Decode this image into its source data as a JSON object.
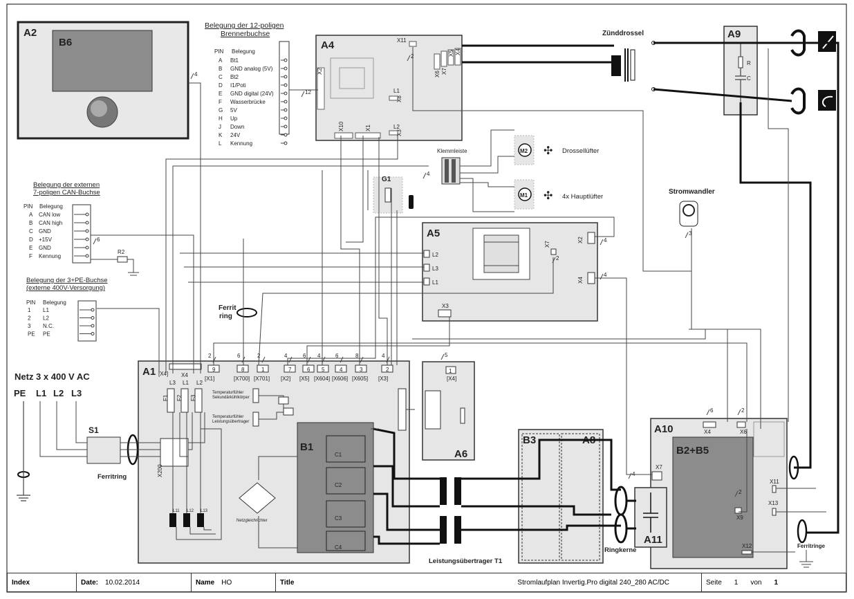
{
  "modules": {
    "A2": "A2",
    "B6": "B6",
    "A4": "A4",
    "A9": "A9",
    "A5": "A5",
    "A1": "A1",
    "A6": "A6",
    "B3": "B3",
    "A8": "A8",
    "A10": "A10",
    "B2B5": "B2+B5",
    "A11": "A11",
    "B1": "B1",
    "G1": "G1",
    "M1": "M1",
    "M2": "M2",
    "S1": "S1"
  },
  "burner_socket": {
    "title_line1": "Belegung der 12-poligen",
    "title_line2": "Brennerbuchse",
    "header_pin": "PIN",
    "header_assignment": "Belegung",
    "rows": [
      {
        "pin": "A",
        "label": "Bt1"
      },
      {
        "pin": "B",
        "label": "GND analog (5V)"
      },
      {
        "pin": "C",
        "label": "Bt2"
      },
      {
        "pin": "D",
        "label": "I1/Poti"
      },
      {
        "pin": "E",
        "label": "GND digital (24V)"
      },
      {
        "pin": "F",
        "label": "Wasserbrücke"
      },
      {
        "pin": "G",
        "label": "5V"
      },
      {
        "pin": "H",
        "label": "Up"
      },
      {
        "pin": "J",
        "label": "Down"
      },
      {
        "pin": "K",
        "label": "24V"
      },
      {
        "pin": "L",
        "label": "Kennung"
      }
    ]
  },
  "can_socket": {
    "title_line1": "Belegung der externen",
    "title_line2": "7-poligen CAN-Buchse",
    "header_pin": "PIN",
    "header_assignment": "Belegung",
    "rows": [
      {
        "pin": "A",
        "label": "CAN low"
      },
      {
        "pin": "B",
        "label": "CAN high"
      },
      {
        "pin": "C",
        "label": "GND"
      },
      {
        "pin": "D",
        "label": "+15V"
      },
      {
        "pin": "E",
        "label": "GND"
      },
      {
        "pin": "F",
        "label": "Kennung"
      }
    ]
  },
  "pe_socket": {
    "title_line1": "Belegung der 3+PE-Buchse",
    "title_line2": "(externe 400V-Versorgung)",
    "header_pin": "PIN",
    "header_assignment": "Belegung",
    "rows": [
      {
        "pin": "1",
        "label": "L1"
      },
      {
        "pin": "2",
        "label": "L2"
      },
      {
        "pin": "3",
        "label": "N.C."
      },
      {
        "pin": "PE",
        "label": "PE"
      }
    ]
  },
  "labels": {
    "zuenddrossel": "Zünddrossel",
    "drossellufter": "Drossellüfter",
    "hauptlufter": "4x Hauptlüfter",
    "klemmleiste": "Klemmleiste",
    "stromwandler": "Stromwandler",
    "ferrit_ring_1": "Ferrit",
    "ferrit_ring_2": "ring",
    "netz": "Netz 3 x 400 V AC",
    "pe": "PE",
    "l1": "L1",
    "l2": "L2",
    "l3": "L3",
    "ferritring": "Ferritring",
    "leistungsuebertrager": "Leistungsübertrager T1",
    "ringkerne": "Ringkerne",
    "ferritringe": "Ferritringe",
    "netzgleichrichter": "Netzgleichrichter",
    "temp_sek_1": "Temperaturfühler",
    "temp_sek_2": "Sekundärkühlkörper",
    "temp_lei_1": "Temperaturfühler",
    "temp_lei_2": "Leistungsübertrager",
    "r_label": "R",
    "c_label": "C",
    "r2": "R2",
    "x200": "X200",
    "f1": "F1",
    "f2": "F2",
    "f3": "F3",
    "l11": "L11",
    "l12": "L12",
    "l13": "L13",
    "c1": "C1",
    "c2": "C2",
    "c3": "C3",
    "c4": "C4"
  },
  "a1_connectors": [
    {
      "num": "9",
      "name": "[X1]",
      "wires": "2"
    },
    {
      "num": "8",
      "name": "[X700]",
      "wires": "6"
    },
    {
      "num": "1",
      "name": "[X701]",
      "wires": "2"
    },
    {
      "num": "7",
      "name": "[X2]",
      "wires": "4"
    },
    {
      "num": "6",
      "name": "[X5]",
      "wires": "6"
    },
    {
      "num": "5",
      "name": "[X604]",
      "wires": "4"
    },
    {
      "num": "4",
      "name": "[X606]",
      "wires": "6"
    },
    {
      "num": "3",
      "name": "[X605]",
      "wires": "8"
    },
    {
      "num": "2",
      "name": "[X3]",
      "wires": "4"
    }
  ],
  "connector_labels": {
    "x4_a1": "[X4]",
    "x4": "X4",
    "l3": "L3",
    "l1": "L1",
    "l2": "L2",
    "a4_x11": "X11",
    "a4_x2": "X2",
    "a4_x8": "X8",
    "a4_x10": "X10",
    "a4_x1": "X1",
    "a4_x3": "X3",
    "a4_l1": "L1",
    "a4_l2": "L2",
    "a4_x6": "X6",
    "a4_x7": "X7",
    "a4_x5": "X5",
    "a4_x4": "X4",
    "a5_l2": "L2",
    "a5_l3": "L3",
    "a5_l1": "L1",
    "a5_x7": "X7",
    "a5_x2": "X2",
    "a5_x4": "X4",
    "a5_x3": "X3",
    "a6_x4": "[X4]",
    "a6_1": "1",
    "a10_x4": "X4",
    "a10_x6": "X6",
    "a10_x7": "X7",
    "a10_x9": "X9",
    "a10_x11": "X11",
    "a10_x13": "X13",
    "a10_x12": "X12"
  },
  "wire_counts": {
    "a2": "4",
    "a4_x2": "12",
    "a4_x11": "2",
    "klemm": "4",
    "can": "6",
    "a5_x7": "2",
    "a5_x2": "4",
    "a5_x4": "4",
    "a6": "5",
    "a10_x4": "6",
    "a10_x6": "2",
    "a10_x7": "4",
    "a10_x9": "2",
    "sw": "3"
  },
  "title_block": {
    "index_label": "Index",
    "date_label": "Date:",
    "date_value": "10.02.2014",
    "name_label": "Name",
    "name_value": "HO",
    "title_label": "Title",
    "title_value": "Stromlaufplan Invertig.Pro digital 240_280 AC/DC",
    "page_label": "Seite",
    "page_value": "1",
    "of_label": "von",
    "of_value": "1"
  }
}
